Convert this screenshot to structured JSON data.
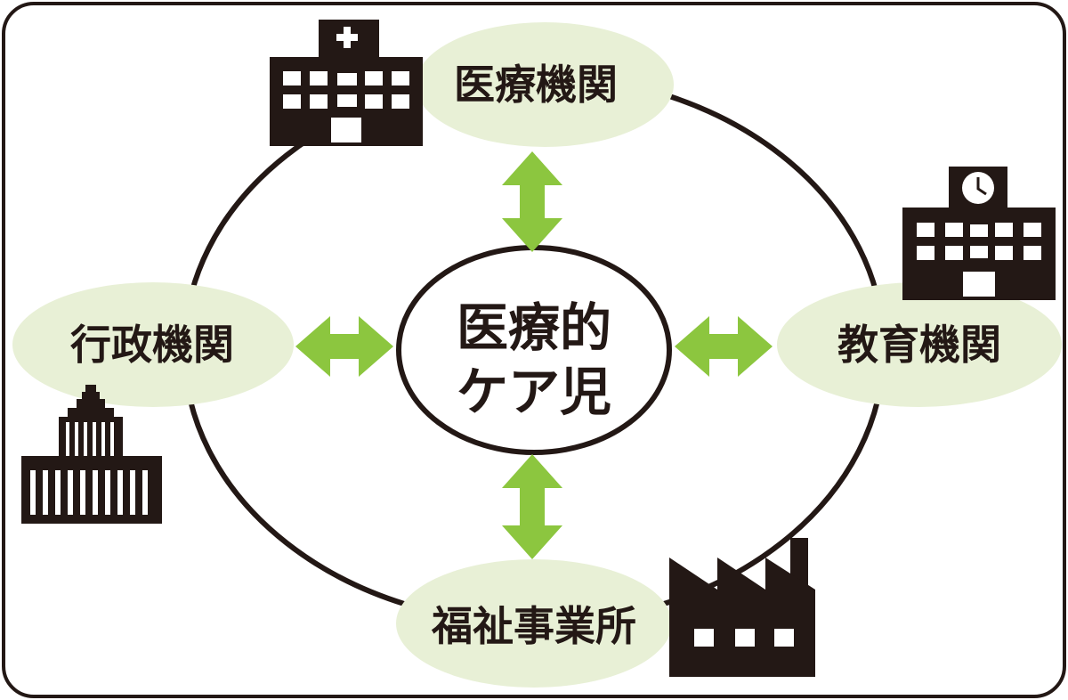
{
  "center": {
    "line1": "医療的",
    "line2": "ケア児"
  },
  "nodes": {
    "medical": "医療機関",
    "education": "教育機関",
    "welfare": "福祉事業所",
    "admin": "行政機関"
  },
  "icons": {
    "medical": "hospital-icon",
    "education": "school-icon",
    "welfare": "factory-icon",
    "admin": "government-building-icon"
  },
  "colors": {
    "node_fill": "#e8f0d6",
    "arrow": "#8cc63f",
    "ink": "#231815"
  }
}
